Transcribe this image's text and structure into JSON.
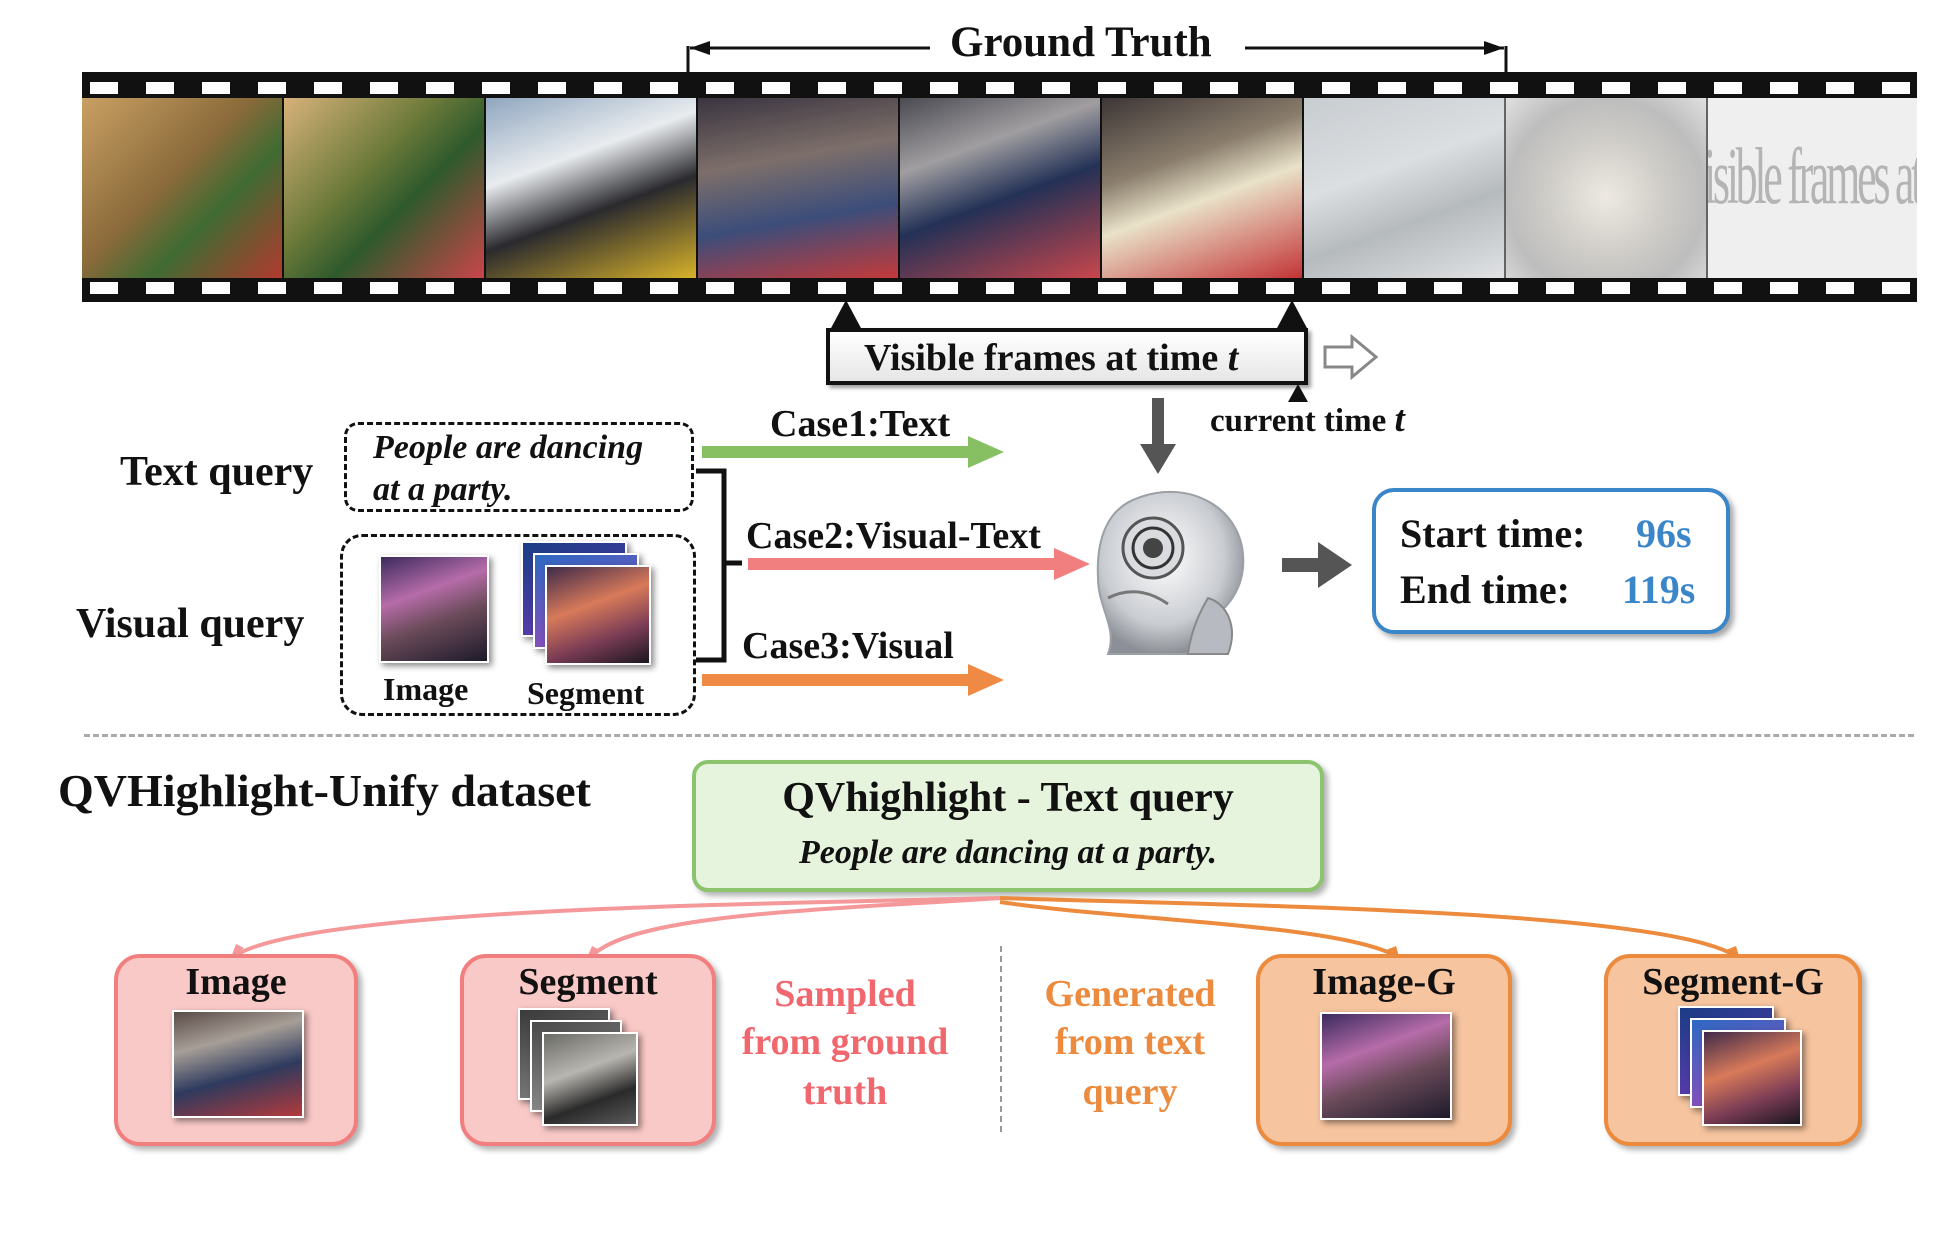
{
  "ground_truth_label": "Ground Truth",
  "faded_frame_text": "isible frames at time",
  "visible_frames": {
    "label": "Visible frames at time ",
    "var": "t"
  },
  "current_time": {
    "label": "current time ",
    "var": "t"
  },
  "queries": {
    "text_query_label": "Text query",
    "text_query_line1": "People are dancing",
    "text_query_line2": "at a party.",
    "visual_query_label": "Visual query",
    "image_label": "Image",
    "segment_label": "Segment"
  },
  "cases": [
    {
      "label": "Case1:Text",
      "color": "#86c063"
    },
    {
      "label": "Case2:Visual-Text",
      "color": "#f27f80"
    },
    {
      "label": "Case3:Visual",
      "color": "#ee8a43"
    }
  ],
  "result": {
    "start_label": "Start time:",
    "start_value": "96s",
    "end_label": "End time:",
    "end_value": "119s",
    "border_color": "#3a86c8",
    "value_color": "#3a86c8"
  },
  "dataset": {
    "title": "QVHighlight-Unify dataset",
    "source_title": "QVhighlight - Text query",
    "source_query": "People are dancing at a party.",
    "sampled_note_lines": [
      "Sampled",
      "from ground",
      "truth"
    ],
    "generated_note_lines": [
      "Generated",
      "from text",
      "query"
    ],
    "sampled_color": "#f0676e",
    "generated_color": "#ec8a3d",
    "boxes": [
      {
        "label": "Image",
        "kind": "sampled"
      },
      {
        "label": "Segment",
        "kind": "sampled"
      },
      {
        "label": "Image-G",
        "kind": "generated"
      },
      {
        "label": "Segment-G",
        "kind": "generated"
      }
    ]
  },
  "icons": [
    "robot-head-icon",
    "right-arrow-outline-icon",
    "down-arrow-icon",
    "right-arrow-icon"
  ]
}
